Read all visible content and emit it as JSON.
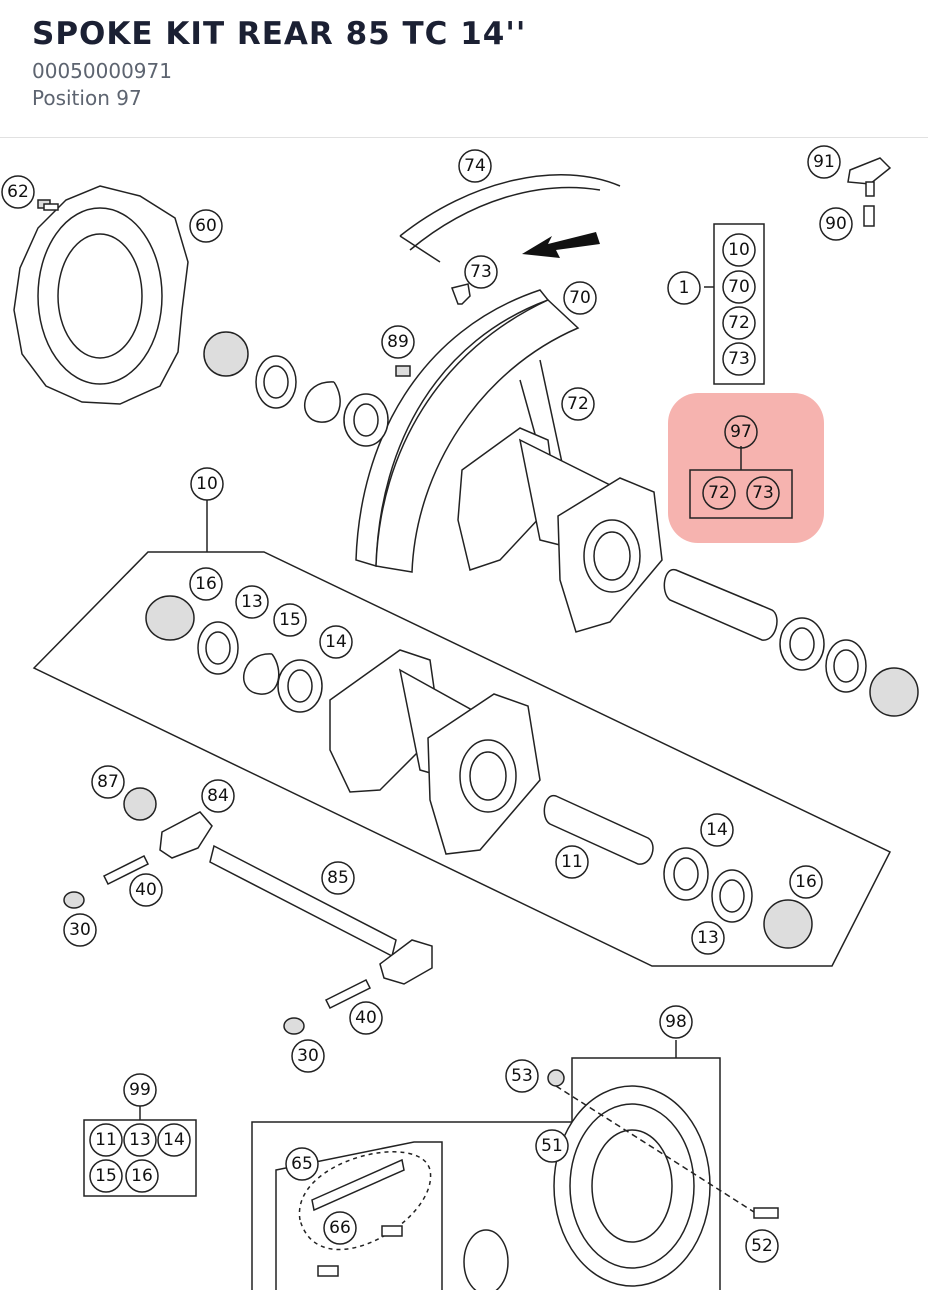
{
  "header": {
    "title": "SPOKE KIT REAR 85 TC 14''",
    "part_number": "00050000971",
    "position": "Position 97"
  },
  "colors": {
    "highlight": "#f0807a",
    "title": "#1b2033",
    "subtitle": "#5d6470",
    "line": "#222222"
  },
  "callouts": [
    {
      "id": "c62",
      "label": "62"
    },
    {
      "id": "c60",
      "label": "60"
    },
    {
      "id": "c74",
      "label": "74"
    },
    {
      "id": "c73a",
      "label": "73"
    },
    {
      "id": "c70",
      "label": "70"
    },
    {
      "id": "c89",
      "label": "89"
    },
    {
      "id": "c72a",
      "label": "72"
    },
    {
      "id": "c91",
      "label": "91"
    },
    {
      "id": "c90",
      "label": "90"
    },
    {
      "id": "c10a",
      "label": "10"
    },
    {
      "id": "c16a",
      "label": "16"
    },
    {
      "id": "c13a",
      "label": "13"
    },
    {
      "id": "c15",
      "label": "15"
    },
    {
      "id": "c14a",
      "label": "14"
    },
    {
      "id": "c87",
      "label": "87"
    },
    {
      "id": "c84",
      "label": "84"
    },
    {
      "id": "c85",
      "label": "85"
    },
    {
      "id": "c40a",
      "label": "40"
    },
    {
      "id": "c30a",
      "label": "30"
    },
    {
      "id": "c11",
      "label": "11"
    },
    {
      "id": "c14b",
      "label": "14"
    },
    {
      "id": "c16b",
      "label": "16"
    },
    {
      "id": "c13b",
      "label": "13"
    },
    {
      "id": "c40b",
      "label": "40"
    },
    {
      "id": "c30b",
      "label": "30"
    },
    {
      "id": "c98",
      "label": "98"
    },
    {
      "id": "c53",
      "label": "53"
    },
    {
      "id": "c51",
      "label": "51"
    },
    {
      "id": "c52",
      "label": "52"
    },
    {
      "id": "c65",
      "label": "65"
    },
    {
      "id": "c66",
      "label": "66"
    }
  ],
  "kit1": {
    "label": "1",
    "items": [
      "10",
      "70",
      "72",
      "73"
    ]
  },
  "kit97": {
    "label": "97",
    "items": [
      "72",
      "73"
    ]
  },
  "kit99": {
    "label": "99",
    "items": [
      "11",
      "13",
      "14",
      "15",
      "16"
    ]
  }
}
